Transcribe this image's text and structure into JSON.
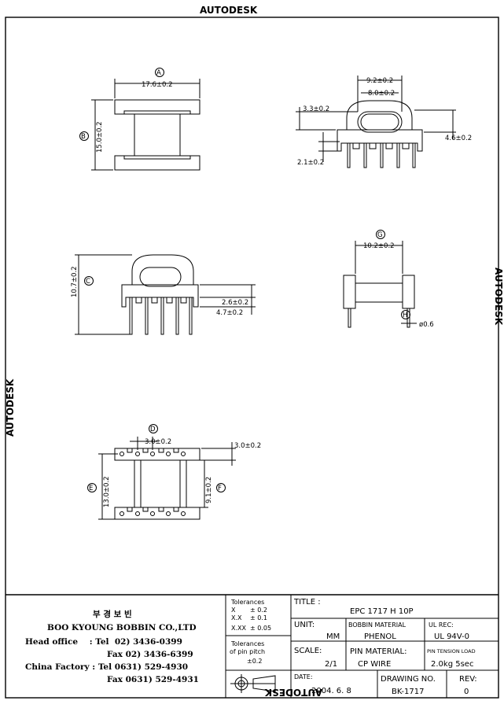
{
  "watermark": "AUTODESK",
  "views": {
    "a": {
      "label": "A",
      "dim": "17.6±0.2"
    },
    "b": {
      "label": "B",
      "dim": "15.0±0.2"
    },
    "front": {
      "d1": "9.2±0.2",
      "d2": "8.0±0.2",
      "d3": "3.3±0.2",
      "d4": "4.6±0.2",
      "d5": "2.1±0.2"
    },
    "c": {
      "label": "C",
      "dim": "10.7±0.2",
      "d2": "2.6±0.2",
      "d3": "4.7±0.2"
    },
    "g": {
      "label": "G",
      "dim": "10.2±0.2"
    },
    "h": {
      "label": "H",
      "dim": "ø0.6"
    },
    "d": {
      "label": "D",
      "dim": "3.0±0.2",
      "dim2": "3.0±0.2"
    },
    "e": {
      "label": "E",
      "dim": "13.0±0.2"
    },
    "f": {
      "label": "F",
      "dim": "9.1±0.2"
    }
  },
  "company": {
    "korean": "부 경 보 빈",
    "name": "BOO KYOUNG BOBBIN CO.,LTD",
    "lines": [
      "Head office    : Tel  02) 3436-0399",
      "Fax  02) 3436-6399",
      "China Factory : Tel 0631) 529-4930",
      "Fax 0631) 529-4931"
    ]
  },
  "tolerances": {
    "title": "Tolerances",
    "rows": [
      [
        "X",
        "± 0.2"
      ],
      [
        "X.X",
        "± 0.1"
      ],
      [
        "X.XX",
        "± 0.05"
      ]
    ],
    "pitch_title1": "Tolerances",
    "pitch_title2": "of pin pitch",
    "pitch_value": "±0.2"
  },
  "titleblock": {
    "title_label": "TITLE :",
    "title": "EPC 1717 H 10P",
    "unit_label": "UNIT:",
    "unit": "MM",
    "bobbin_label": "BOBBIN MATERIAL",
    "bobbin": "PHENOL",
    "ul_label": "UL REC:",
    "ul": "UL 94V-0",
    "scale_label": "SCALE:",
    "scale": "2/1",
    "pin_label": "PIN MATERIAL:",
    "pin": "CP WIRE",
    "tension_label": "PIN TENSION LOAD",
    "tension": "2.0kg 5sec",
    "date_label": "DATE:",
    "date": "2004. 6. 8",
    "drawing_label": "DRAWING NO.",
    "drawing": "BK-1717",
    "rev_label": "REV:",
    "rev": "0"
  }
}
